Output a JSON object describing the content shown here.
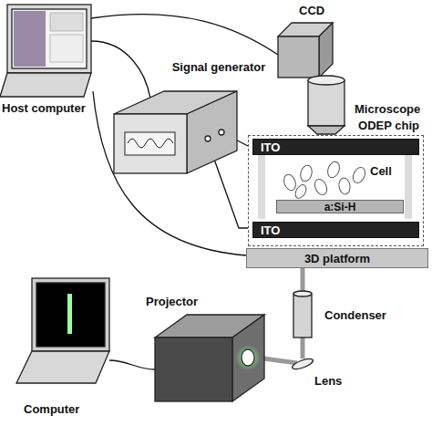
{
  "diagram": {
    "nodes": [
      {
        "text": [
          "ODEP chip"
        ]
      },
      {
        "text": [
          "ITO"
        ],
        "in": 0
      },
      {
        "text": [
          "a:Si-H"
        ],
        "in": 0
      },
      {
        "text": [
          "ITO"
        ],
        "in": 0
      },
      {
        "text": [
          "3D platform"
        ]
      }
    ],
    "labels": [
      "Host computer",
      "Signal generator",
      "CCD",
      "Microscope",
      "Cell",
      "Condenser",
      "Computer",
      "Projector",
      "Lens"
    ]
  }
}
